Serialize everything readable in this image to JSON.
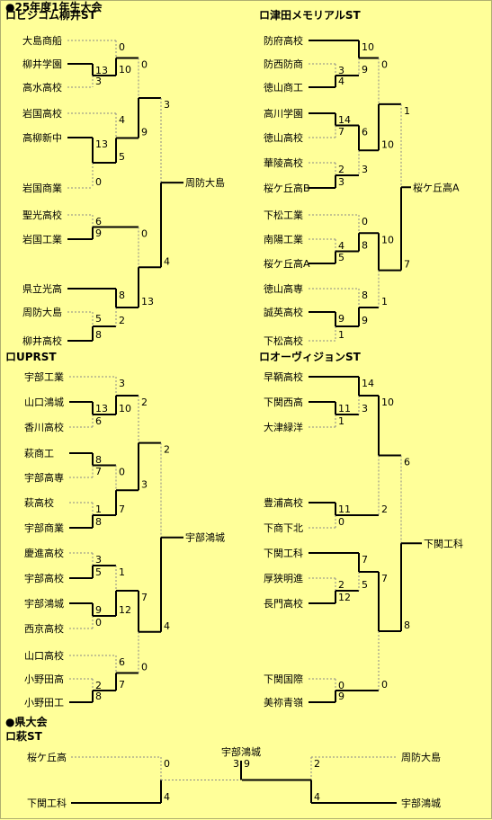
{
  "headers": {
    "tournament": "●25年度1年生大会",
    "pref": "●県大会"
  },
  "colors": {
    "background": "#ffff99",
    "winner_line": "#000000",
    "loser_line": "#888888"
  },
  "brackets": [
    {
      "title": "ロビジコム柳井ST",
      "champion": "周防大島",
      "final": [
        3,
        4
      ],
      "halves": [
        {
          "semi": [
            0,
            9
          ],
          "groups": [
            {
              "teams": [
                "大島商船",
                "柳井学園",
                "高水高校"
              ],
              "first": [
                13,
                3
              ],
              "second": [
                0,
                10
              ]
            },
            {
              "teams": [
                "岩国高校",
                "高柳新中",
                "岩国商業"
              ],
              "first": [
                13,
                0
              ],
              "second": [
                4,
                5
              ]
            }
          ]
        },
        {
          "semi": [
            0,
            13
          ],
          "groups": [
            {
              "teams": [
                "聖光高校",
                "岩国工業"
              ],
              "first": [
                6,
                9
              ]
            },
            {
              "teams": [
                "県立光高",
                "周防大島",
                "柳井高校"
              ],
              "first": [
                5,
                8
              ],
              "second": [
                8,
                2
              ]
            }
          ]
        }
      ]
    },
    {
      "title": "ロ津田メモリアルST",
      "champion": "桜ケ丘高A",
      "final": [
        1,
        7
      ],
      "halves": [
        {
          "semi": [
            0,
            10
          ],
          "groups": [
            {
              "teams": [
                "防府高校",
                "防西防商",
                "徳山商工"
              ],
              "first": [
                3,
                4
              ],
              "second": [
                10,
                9
              ]
            },
            {
              "teams": [
                "高川学園",
                "徳山高校",
                "華陵高校",
                "桜ケ丘高B"
              ],
              "first": [
                14,
                7
              ],
              "first2": [
                2,
                3
              ],
              "second": [
                6,
                3
              ]
            }
          ]
        },
        {
          "semi": [
            10,
            1
          ],
          "groups": [
            {
              "teams": [
                "下松工業",
                "南陽工業",
                "桜ケ丘高A"
              ],
              "first": [
                4,
                5
              ],
              "second": [
                0,
                8
              ]
            },
            {
              "teams": [
                "徳山高専",
                "誠英高校",
                "下松高校"
              ],
              "first": [
                9,
                1
              ],
              "second": [
                8,
                9
              ]
            }
          ]
        }
      ]
    },
    {
      "title": "ロUPRST",
      "champion": "宇部鴻城",
      "final": [
        2,
        4
      ],
      "halves": [
        {
          "semi": [
            2,
            3
          ],
          "groups": [
            {
              "teams": [
                "宇部工業",
                "山口鴻城",
                "香川高校"
              ],
              "first": [
                13,
                6
              ],
              "second": [
                3,
                10
              ]
            },
            {
              "teams": [
                "萩商工",
                "宇部高専",
                "萩高校",
                "宇部商業"
              ],
              "first": [
                8,
                7
              ],
              "first2": [
                1,
                8
              ],
              "second": [
                0,
                7
              ]
            }
          ]
        },
        {
          "semi": [
            7,
            0
          ],
          "groups": [
            {
              "teams": [
                "慶進高校",
                "宇部高校",
                "宇部鴻城",
                "西京高校"
              ],
              "first": [
                3,
                5
              ],
              "first2": [
                9,
                0
              ],
              "second": [
                1,
                12
              ]
            },
            {
              "teams": [
                "山口高校",
                "小野田高",
                "小野田工"
              ],
              "first": [
                2,
                8
              ],
              "second": [
                6,
                7
              ]
            }
          ]
        }
      ]
    },
    {
      "title": "ロオーヴィジョンST",
      "champion": "下関工科",
      "final": [
        6,
        8
      ],
      "halves": [
        {
          "semi": [
            10,
            2
          ],
          "groups": [
            {
              "teams": [
                "早鞆高校",
                "下関西高",
                "大津緑洋"
              ],
              "first": [
                11,
                1
              ],
              "second": [
                14,
                3
              ]
            },
            {
              "teams": [
                "豊浦高校",
                "下商下北"
              ],
              "first": [
                11,
                0
              ]
            }
          ]
        },
        {
          "semi": [
            7,
            0
          ],
          "groups": [
            {
              "teams": [
                "下関工科",
                "厚狭明進",
                "長門高校"
              ],
              "first": [
                2,
                12
              ],
              "second": [
                7,
                5
              ]
            },
            {
              "teams": [
                "下関国際",
                "美祢青嶺"
              ],
              "first": [
                0,
                9
              ]
            }
          ]
        }
      ]
    }
  ],
  "pref_final": {
    "title": "ロ萩ST",
    "champion": "宇部鴻城",
    "final": [
      3,
      9
    ],
    "left": {
      "teams": [
        "桜ケ丘高",
        "下関工科"
      ],
      "scores": [
        0,
        4
      ]
    },
    "right": {
      "teams": [
        "周防大島",
        "宇部鴻城"
      ],
      "scores": [
        2,
        4
      ]
    }
  }
}
